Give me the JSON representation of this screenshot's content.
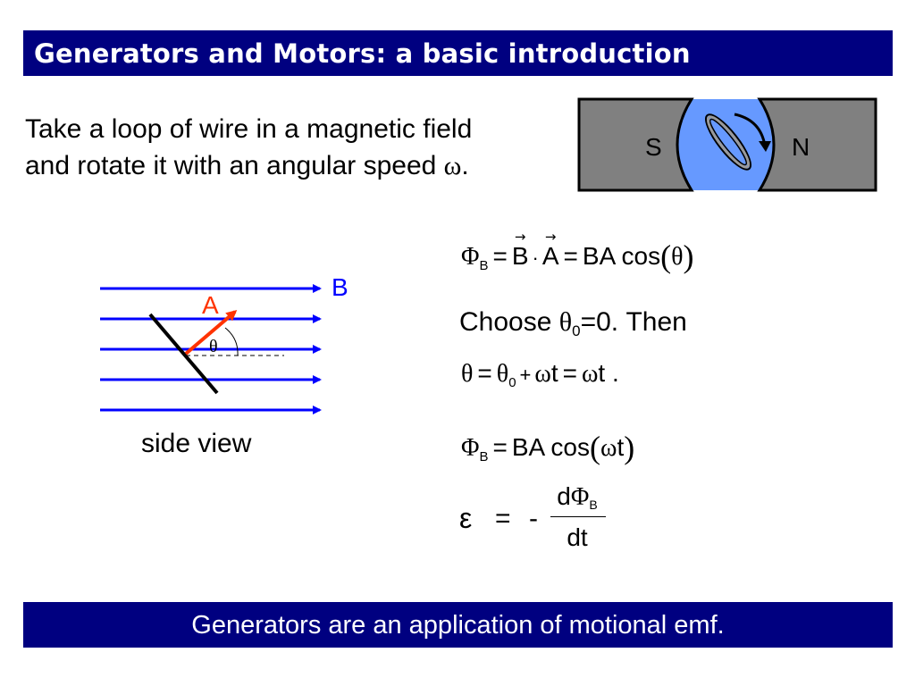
{
  "title": "Generators and Motors: a basic introduction",
  "intro": {
    "line1": "Take a loop of wire in a magnetic field",
    "line2_prefix": "and rotate it with an angular speed ",
    "line2_symbol": "ω",
    "line2_suffix": "."
  },
  "magnet_figure": {
    "south_label": "S",
    "north_label": "N",
    "colors": {
      "magnet": "#808080",
      "field_region": "#6699ff",
      "outline": "#000000"
    }
  },
  "side_view": {
    "field_label": "B",
    "area_label": "A",
    "angle_label": "θ",
    "caption": "side view",
    "colors": {
      "field_lines": "#0000ff",
      "area_vector": "#ff3300",
      "loop": "#000000"
    }
  },
  "equations": {
    "flux_def": {
      "phi": "Φ",
      "sub": "B",
      "eq1": "=",
      "b": "B",
      "dot": "·",
      "a": "A",
      "eq2": "=",
      "rhs": "BA cos",
      "lparen": "(",
      "theta": "θ",
      "rparen": ")"
    },
    "choose": {
      "prefix": "Choose ",
      "theta": "θ",
      "sub": "0",
      "suffix": "=0. Then"
    },
    "theta_eq": {
      "theta": "θ",
      "eq1": "=",
      "theta0": "θ",
      "sub": "0",
      "plus": "+",
      "omega1": "ω",
      "t1": "t",
      "eq2": "=",
      "omega2": "ω",
      "t2": "t",
      "end": " ."
    },
    "flux_time": {
      "phi": "Φ",
      "sub": "B",
      "eq": "=",
      "rhs": "BA cos",
      "lparen": "(",
      "omega": "ω",
      "t": "t",
      "rparen": ")"
    },
    "emf": {
      "epsilon": "ε",
      "eq": "=",
      "minus": "-",
      "num_d": "d",
      "num_phi": "Φ",
      "num_sub": "B",
      "den": "dt"
    }
  },
  "footer": "Generators are an application of motional emf.",
  "colors": {
    "bar_background": "#000080",
    "bar_text": "#ffffff"
  }
}
